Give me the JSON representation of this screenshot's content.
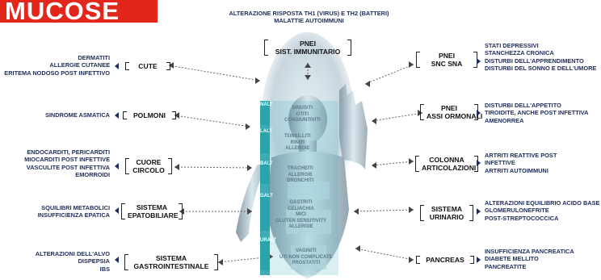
{
  "banner": {
    "title": "MUCOSE"
  },
  "top": {
    "description": [
      "ALTERAZIONE RISPOSTA Th1 (VIRUS) E Th2 (BATTERI)",
      "MALATTIE AUTOIMMUNI"
    ],
    "box": [
      "PNEI",
      "SIST. IMMUNITARIO"
    ]
  },
  "left": [
    {
      "box": [
        "CUTE"
      ],
      "text": [
        "DERMATITI",
        "ALLERGIE CUTANEE",
        "ERITEMA NODOSO POST INFETTIVO"
      ]
    },
    {
      "box": [
        "POLMONI"
      ],
      "text": [
        "SINDROME ASMATICA"
      ]
    },
    {
      "box": [
        "CUORE",
        "CIRCOLO"
      ],
      "text": [
        "ENDOCARDITI, PERICARDITI",
        "MIOCARDITI POST INFETTIVE",
        "VASCULITE POST INFETTIVA",
        "EMORROIDI"
      ]
    },
    {
      "box": [
        "SISTEMA",
        "EPATOBILIARE"
      ],
      "text": [
        "SQUILIBRI METABOLICI",
        "INSUFFICIENZA EPATICA"
      ]
    },
    {
      "box": [
        "SISTEMA",
        "GASTROINTESTINALE"
      ],
      "text": [
        "ALTERAZIONI DELL'ALVO",
        "DISPEPSIA",
        "IBS"
      ]
    }
  ],
  "right": [
    {
      "box": [
        "PNEI",
        "SNC SNA"
      ],
      "text": [
        "STATI DEPRESSIVI",
        "STANCHEZZA CRONICA",
        "DISTURBI DELL'APPRENDIMENTO",
        "DISTURBI DEL SONNO E DELL'UMORE"
      ]
    },
    {
      "box": [
        "PNEI",
        "ASSI ORMONALI"
      ],
      "text": [
        "DISTURBI DELL'APPETITO",
        "TIROIDITE, ANCHE POST INFETTIVA",
        "AMENORREA"
      ]
    },
    {
      "box": [
        "COLONNA",
        "ARTICOLAZIONI"
      ],
      "text": [
        "ARTRITI REATTIVE POST",
        "INFETTIVE",
        "ARTRITI AUTOIMMUNI"
      ]
    },
    {
      "box": [
        "SISTEMA",
        "URINARIO"
      ],
      "text": [
        "ALTERAZIONI EQUILIBRIO ACIDO BASE",
        "GLOMERULONEFRITE",
        "POST-STREPTOCOCCICA"
      ]
    },
    {
      "box": [
        "PANCREAS"
      ],
      "text": [
        "INSUFFICIENZA PANCREATICA",
        "DIABETE MELLITO",
        "PANCREATITE"
      ]
    }
  ],
  "body_labels": [
    [
      "SINUSITI",
      "OTITI",
      "CONGIUNTIVITI"
    ],
    [
      "TONSILLITI",
      "RINITI",
      "ALLERGIE"
    ],
    [
      "TRACHEITI",
      "ALLERGIE",
      "BRONCHITI"
    ],
    [
      "GASTRITI",
      "CELIACHIA",
      "MICI",
      "GLUTEN SENSITIVITY",
      "ALLERGIE"
    ],
    [
      "VAGINITI",
      "UTI NON COMPLICATE",
      "PROSTATITI"
    ]
  ],
  "malt_tags": [
    "NALT",
    "LALT",
    "BALT",
    "GALT",
    "URALT"
  ]
}
